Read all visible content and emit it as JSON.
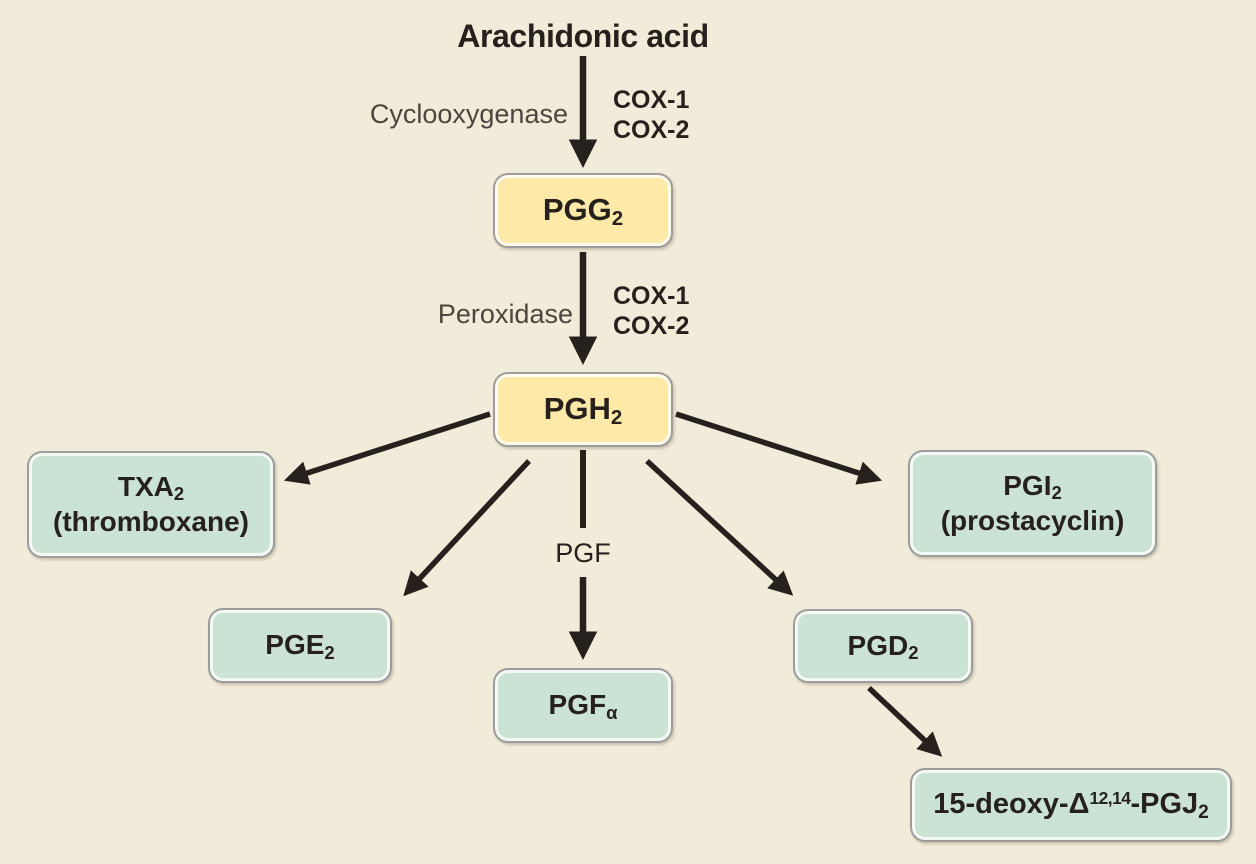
{
  "colors": {
    "background": "#f1ebd9",
    "intermediate_fill": "#fdeaa8",
    "product_fill": "#cbe3d5",
    "box_border": "#9d9d9d",
    "arrow": "#27211e",
    "text": "#27211e",
    "enzyme_text": "#4c463e"
  },
  "title": "Arachidonic acid",
  "steps": {
    "step1": {
      "enzyme": "Cyclooxygenase",
      "isoform1": "COX-1",
      "isoform2": "COX-2"
    },
    "step2": {
      "enzyme": "Peroxidase",
      "isoform1": "COX-1",
      "isoform2": "COX-2"
    },
    "step3": {
      "enzyme": "PGF"
    }
  },
  "nodes": {
    "pgg2": {
      "base": "PGG",
      "sub": "2"
    },
    "pgh2": {
      "base": "PGH",
      "sub": "2"
    },
    "txa2": {
      "base": "TXA",
      "sub": "2",
      "alias": "(thromboxane)"
    },
    "pgi2": {
      "base": "PGI",
      "sub": "2",
      "alias": "(prostacyclin)"
    },
    "pge2": {
      "base": "PGE",
      "sub": "2"
    },
    "pgd2": {
      "base": "PGD",
      "sub": "2"
    },
    "pgfalpha": {
      "base": "PGF",
      "sub": "α"
    },
    "deoxy": {
      "p1": "15-deoxy-Δ",
      "sup": "12,14",
      "p2": "-PGJ",
      "sub": "2"
    }
  }
}
